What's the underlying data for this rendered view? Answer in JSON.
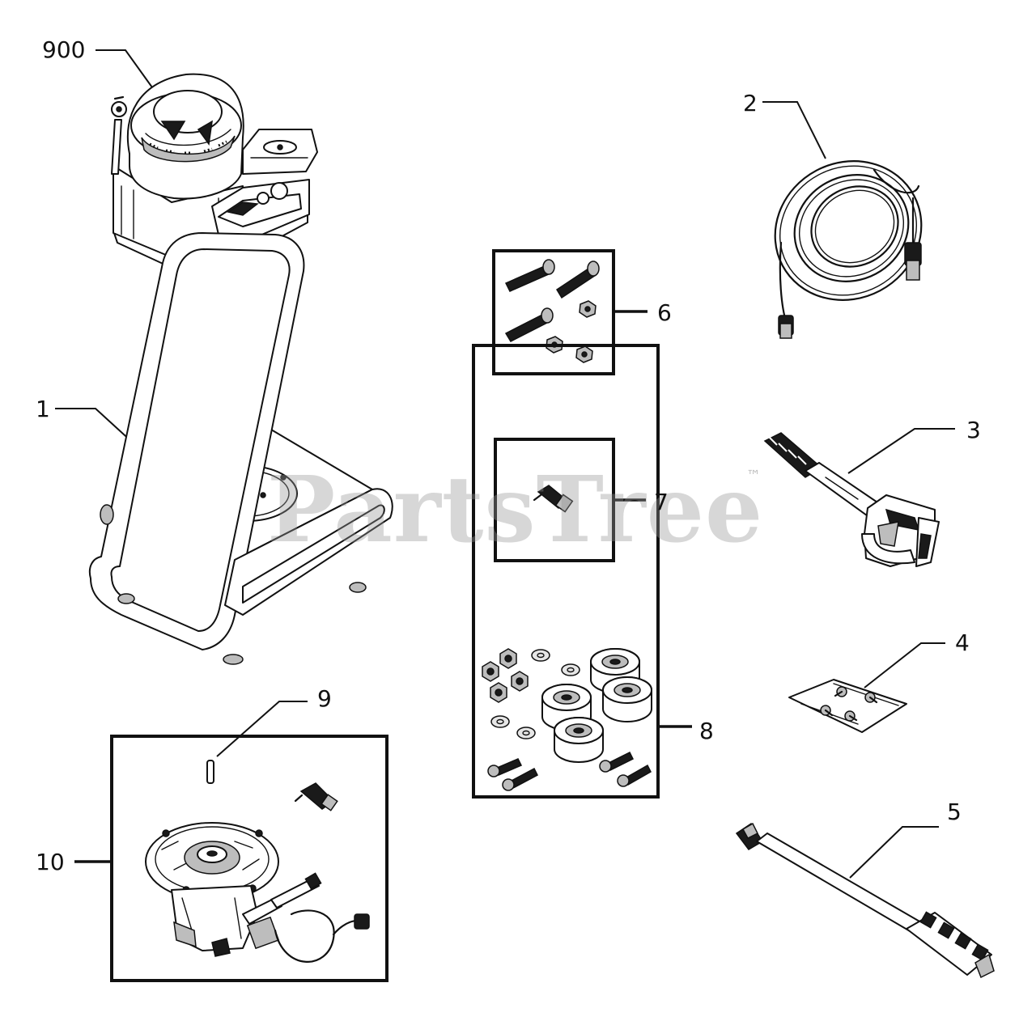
{
  "watermark": {
    "text": "PartsTree",
    "mark": "™"
  },
  "callouts": {
    "c900": "900",
    "c1": "1",
    "c2": "2",
    "c3": "3",
    "c4": "4",
    "c5": "5",
    "c6": "6",
    "c7": "7",
    "c8": "8",
    "c9": "9",
    "c10": "10"
  }
}
